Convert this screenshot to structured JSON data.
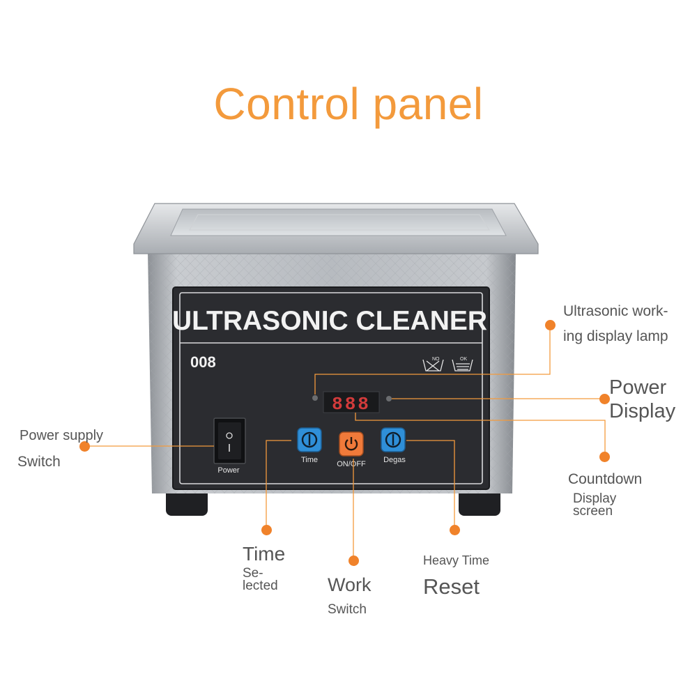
{
  "title": "Control panel",
  "device": {
    "brand_label": "ULTRASONIC CLEANER",
    "model": "008",
    "display_digits": "888",
    "no_mark": "NO",
    "ok_mark": "OK",
    "power_label": "Power",
    "buttons": [
      {
        "label": "Time",
        "color": "#2f8fd8"
      },
      {
        "label": "ON/OFF",
        "color": "#f07a3a"
      },
      {
        "label": "Degas",
        "color": "#2f8fd8"
      }
    ]
  },
  "annotations": {
    "ultrasonic_lamp": [
      "Ultrasonic work-",
      "ing display lamp"
    ],
    "power_display": [
      "Power",
      "Display"
    ],
    "countdown": [
      "Countdown",
      "Display",
      "screen"
    ],
    "power_supply": [
      "Power supply",
      "Switch"
    ],
    "time_selected": [
      "Time",
      "Se-",
      "lected"
    ],
    "work_switch": [
      "Work",
      "Switch"
    ],
    "heavy_time": [
      "Heavy Time",
      "Reset"
    ]
  },
  "colors": {
    "accent": "#f39a3c",
    "dot": "#f0822a",
    "panel": "#2b2c30",
    "text": "#555555"
  }
}
